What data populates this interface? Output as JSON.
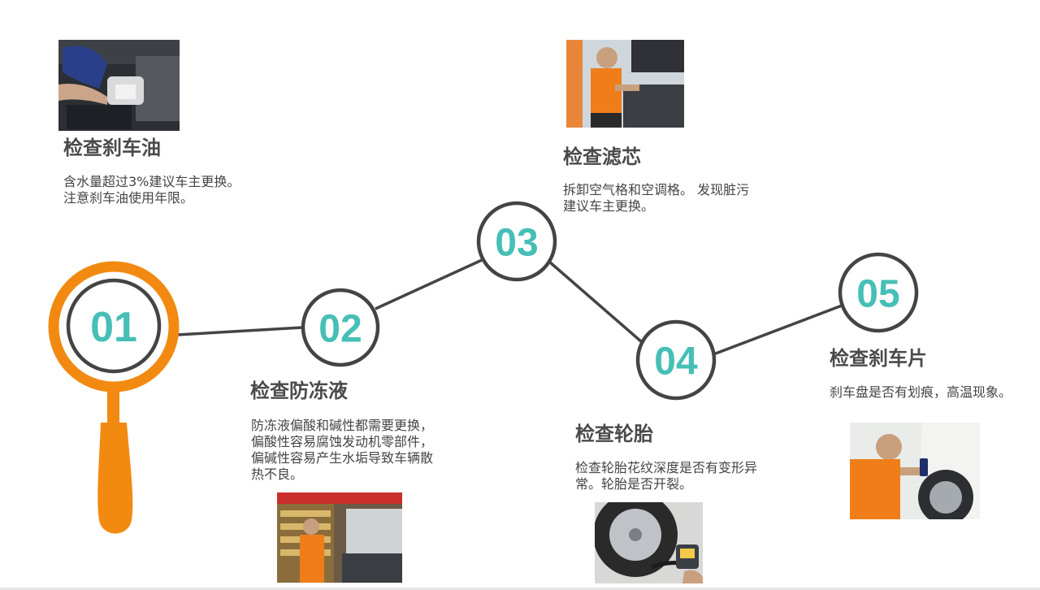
{
  "steps": [
    {
      "number": "01",
      "title": "检查刹车油",
      "desc": "含水量超过3%建议车主更换。注意刹车油使用年限。",
      "photo": "brake-fluid-photo"
    },
    {
      "number": "02",
      "title": "检查防冻液",
      "desc": "防冻液偏酸和碱性都需要更换，偏酸性容易腐蚀发动机零部件，偏碱性容易产生水垢导致车辆散热不良。",
      "photo": "coolant-photo"
    },
    {
      "number": "03",
      "title": "检查滤芯",
      "desc": "拆卸空气格和空调格。 发现脏污建议车主更换。",
      "photo": "filter-photo"
    },
    {
      "number": "04",
      "title": "检查轮胎",
      "desc": "检查轮胎花纹深度是否有变形异常。轮胎是否开裂。",
      "photo": "tire-photo"
    },
    {
      "number": "05",
      "title": "检查刹车片",
      "desc": "刹车盘是否有划痕，高温现象。",
      "photo": "brake-pad-photo"
    }
  ],
  "colors": {
    "accent_orange": "#f28a12",
    "number_teal": "#46bfb6",
    "line_dark": "#444444",
    "text_dark": "#4a4a4a"
  },
  "icons": {
    "magnifier": "magnifier-icon"
  }
}
